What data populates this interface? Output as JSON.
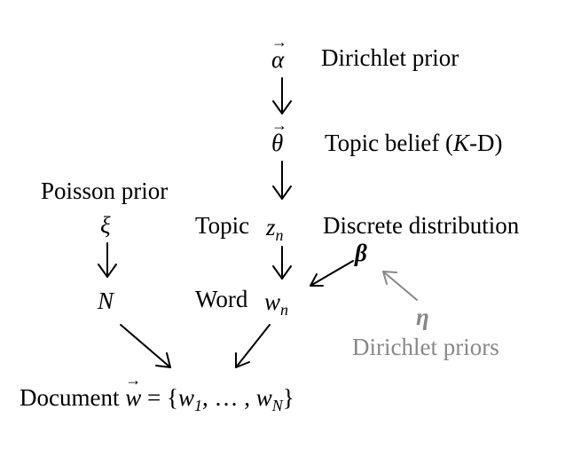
{
  "alpha": {
    "symbol": "α",
    "arrow": "⃗",
    "label": "Dirichlet prior"
  },
  "theta": {
    "symbol": "θ",
    "arrow": "⃗",
    "label": "Topic belief (K-D)"
  },
  "poisson": {
    "label": "Poisson prior",
    "symbol": "ξ",
    "count_symbol": "N"
  },
  "topic": {
    "label": "Topic",
    "symbol": "z",
    "subscript": "n",
    "dist_label": "Discrete distribution"
  },
  "word": {
    "label": "Word",
    "symbol": "w",
    "subscript": "n"
  },
  "beta": {
    "symbol": "β"
  },
  "eta": {
    "symbol": "η",
    "label": "Dirichlet priors"
  },
  "document": {
    "label": "Document",
    "symbol": "w",
    "equals": "=",
    "set_open": "{",
    "w1": "w",
    "w1_sub": "1",
    "sep1": ", … , ",
    "wN": "w",
    "wN_sub": "N",
    "set_close": "}"
  },
  "colors": {
    "main": "#000000",
    "prior_gray": "#888888"
  }
}
